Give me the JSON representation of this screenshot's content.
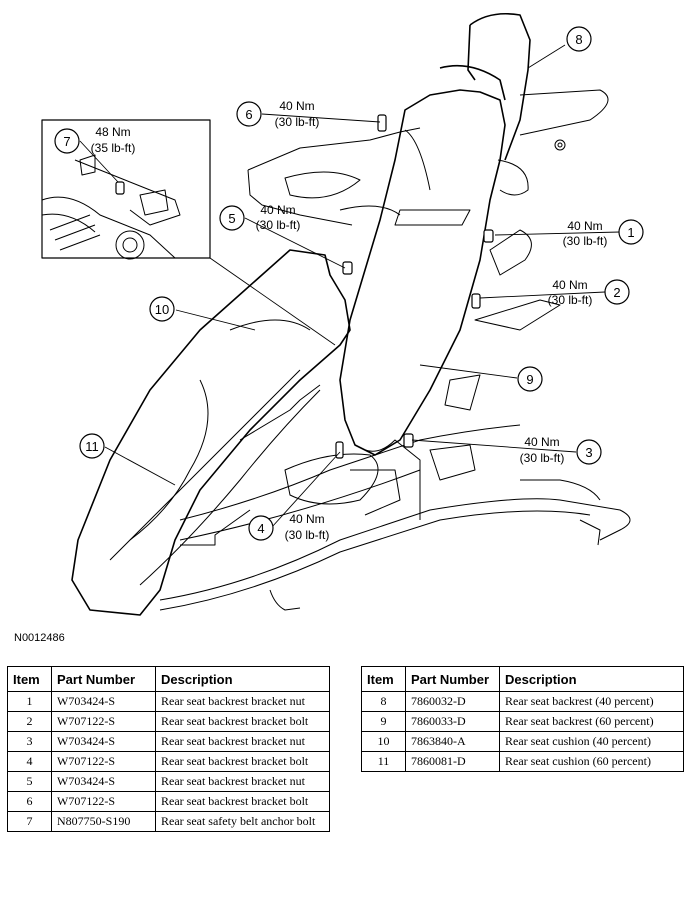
{
  "figure_id": "N0012486",
  "callouts": [
    {
      "num": "1",
      "torque_nm": "40 Nm",
      "torque_lbft": "(30 lb-ft)"
    },
    {
      "num": "2",
      "torque_nm": "40 Nm",
      "torque_lbft": "(30 lb-ft)"
    },
    {
      "num": "3",
      "torque_nm": "40 Nm",
      "torque_lbft": "(30 lb-ft)"
    },
    {
      "num": "4",
      "torque_nm": "40 Nm",
      "torque_lbft": "(30 lb-ft)"
    },
    {
      "num": "5",
      "torque_nm": "40 Nm",
      "torque_lbft": "(30 lb-ft)"
    },
    {
      "num": "6",
      "torque_nm": "40 Nm",
      "torque_lbft": "(30 lb-ft)"
    },
    {
      "num": "7",
      "torque_nm": "48 Nm",
      "torque_lbft": "(35 lb-ft)"
    },
    {
      "num": "8"
    },
    {
      "num": "9"
    },
    {
      "num": "10"
    },
    {
      "num": "11"
    }
  ],
  "table_headers": {
    "item": "Item",
    "part_number": "Part Number",
    "description": "Description"
  },
  "parts_left": [
    {
      "item": "1",
      "part": "W703424-S",
      "desc": "Rear seat backrest bracket nut"
    },
    {
      "item": "2",
      "part": "W707122-S",
      "desc": "Rear seat backrest bracket bolt"
    },
    {
      "item": "3",
      "part": "W703424-S",
      "desc": "Rear seat backrest bracket nut"
    },
    {
      "item": "4",
      "part": "W707122-S",
      "desc": "Rear seat backrest bracket bolt"
    },
    {
      "item": "5",
      "part": "W703424-S",
      "desc": "Rear seat backrest bracket nut"
    },
    {
      "item": "6",
      "part": "W707122-S",
      "desc": "Rear seat backrest bracket bolt"
    },
    {
      "item": "7",
      "part": "N807750-S190",
      "desc": "Rear seat safety belt anchor bolt"
    }
  ],
  "parts_right": [
    {
      "item": "8",
      "part": "7860032-D",
      "desc": "Rear seat backrest (40 percent)"
    },
    {
      "item": "9",
      "part": "7860033-D",
      "desc": "Rear seat backrest (60 percent)"
    },
    {
      "item": "10",
      "part": "7863840-A",
      "desc": "Rear seat cushion (40 percent)"
    },
    {
      "item": "11",
      "part": "7860081-D",
      "desc": "Rear seat cushion (60 percent)"
    }
  ]
}
